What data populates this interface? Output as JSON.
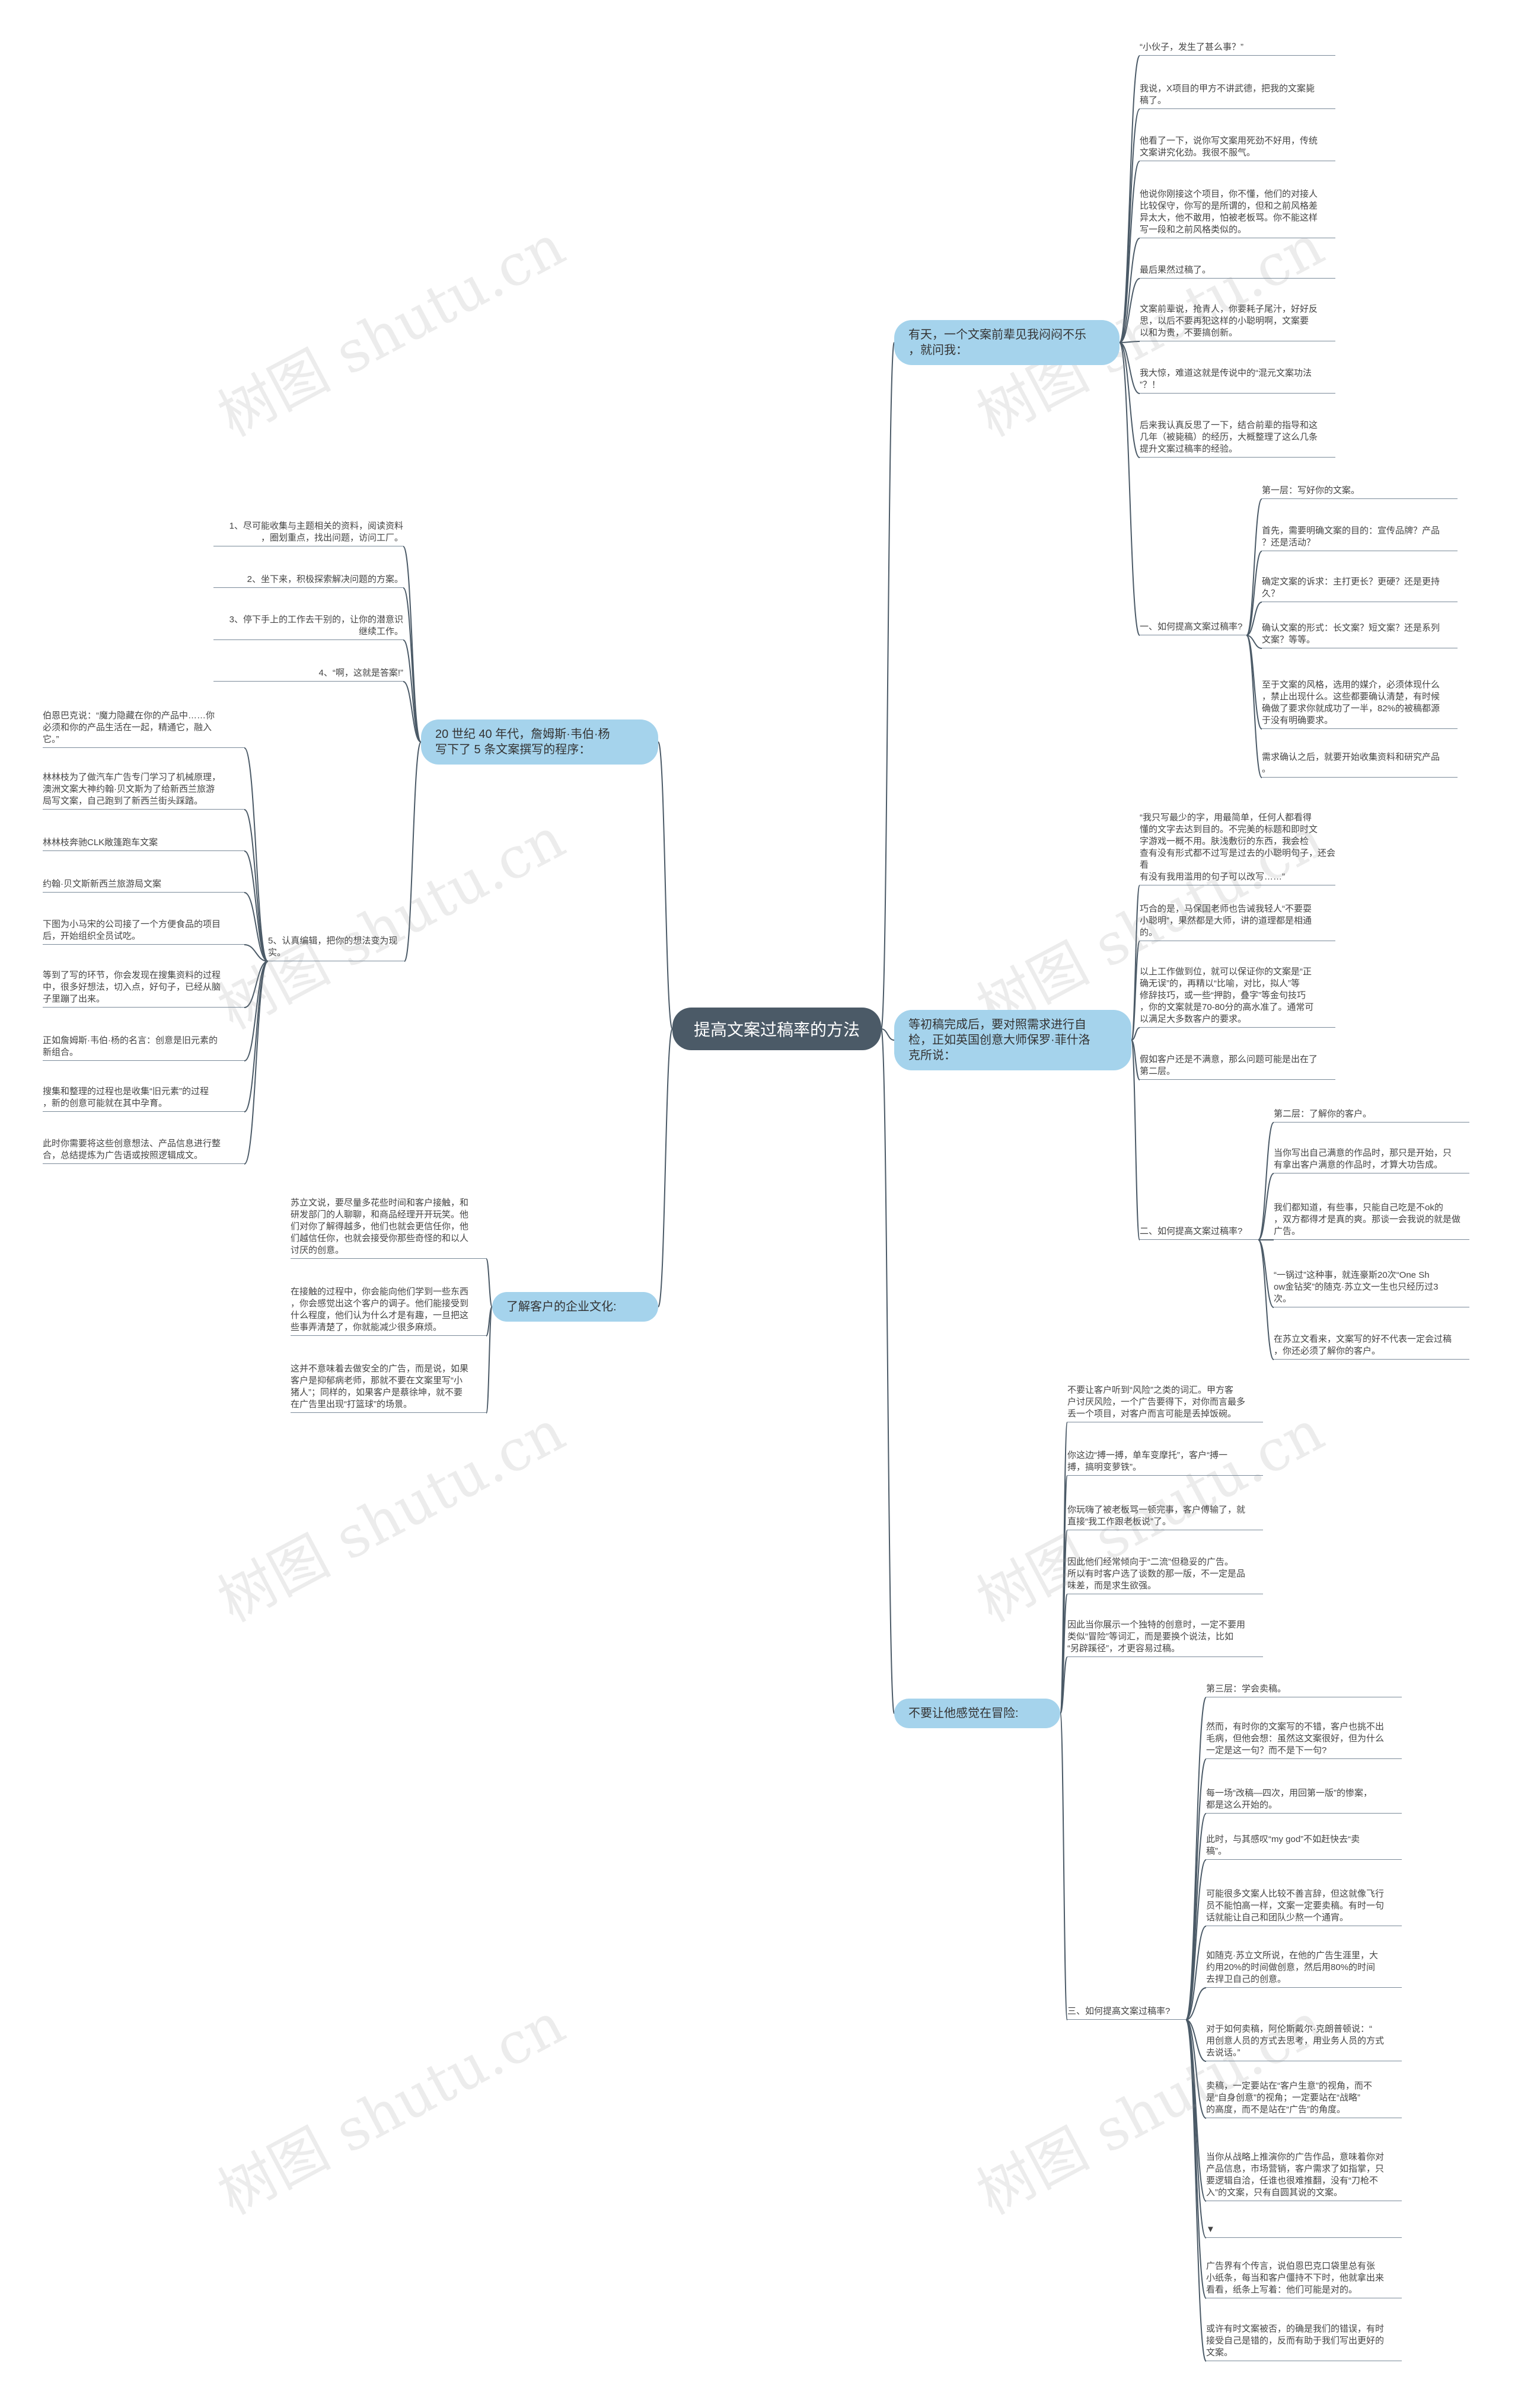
{
  "root": "提高文案过稿率的方法",
  "branches": [
    {
      "label": "有天，一个文案前辈见我闷闷不乐\n，就问我："
    },
    {
      "label": "20 世纪 40 年代，詹姆斯·韦伯·杨\n写下了 5 条文案撰写的程序："
    },
    {
      "label": "等初稿完成后，要对照需求进行自\n检，正如英国创意大师保罗·菲什洛\n克所说："
    },
    {
      "label": "了解客户的企业文化:"
    },
    {
      "label": "不要让他感觉在冒险:"
    }
  ],
  "b1_items": [
    "“小伙子，发生了甚么事？”",
    "我说，X项目的甲方不讲武德，把我的文案毙\n稿了。",
    "他看了一下，说你写文案用死劲不好用，传统\n文案讲究化劲。我很不服气。",
    "他说你刚接这个项目，你不懂，他们的对接人\n比较保守，你写的是所谓的，但和之前风格差\n异太大，他不敢用，怕被老板骂。你不能这样\n写一段和之前风格类似的。",
    "最后果然过稿了。",
    "文案前辈说，抢青人，你要耗子尾汁，好好反\n思，以后不要再犯这样的小聪明啊，文案要\n以和为贵，不要搞创新。",
    "我大惊，难道这就是传说中的“混元文案功法\n”？！",
    "后来我认真反思了一下，结合前辈的指导和这\n几年（被毙稿）的经历，大概整理了这么几条\n提升文案过稿率的经验。"
  ],
  "b1_sub_label": "一、如何提高文案过稿率?",
  "b1_sub_items": [
    "第一层：写好你的文案。",
    "首先，需要明确文案的目的：宣传品牌？产品\n？还是活动？",
    "确定文案的诉求：主打更长？更硬？还是更持\n久？",
    "确认文案的形式：长文案？短文案？还是系列\n文案？等等。",
    "至于文案的风格，选用的媒介，必须体现什么\n，禁止出现什么。这些都要确认清楚，有时候\n确做了要求你就成功了一半，82%的被稿都源\n于没有明确要求。",
    "需求确认之后，就要开始收集资料和研究产品\n。"
  ],
  "b2_items": [
    "1、尽可能收集与主题相关的资料，阅读资料\n，圈划重点，找出问题，访问工厂。",
    "2、坐下来，积极探索解决问题的方案。",
    "3、停下手上的工作去干别的，让你的潜意识\n继续工作。",
    "4、“啊，这就是答案!”"
  ],
  "b2_item5_label": "5、认真编辑，把你的想法变为现实。",
  "b2_item5_subs": [
    "伯恩巴克说：“魔力隐藏在你的产品中……你\n必须和你的产品生活在一起，精通它，融入\n它。”",
    "林林枝为了做汽车广告专门学习了机械原理，\n澳洲文案大神约翰·贝文斯为了给新西兰旅游\n局写文案，自己跑到了新西兰街头踩踏。",
    "林林枝奔驰CLK敞篷跑车文案",
    "约翰·贝文斯新西兰旅游局文案",
    "下图为小马宋的公司接了一个方便食品的项目\n后，开始组织全员试吃。",
    "等到了写的环节，你会发现在搜集资料的过程\n中，很多好想法，切入点，好句子，已经从脑\n子里蹦了出来。",
    "正如詹姆斯·韦伯·杨的名言：创意是旧元素的\n新组合。",
    "搜集和整理的过程也是收集“旧元素”的过程\n，新的创意可能就在其中孕育。",
    "此时你需要将这些创意想法、产品信息进行整\n合，总结提炼为广告语或按照逻辑成文。"
  ],
  "b3_items": [
    "“我只写最少的字，用最简单，任何人都看得\n懂的文字去达到目的。不完美的标题和即时文\n字游戏一概不用。肤浅敷衍的东西，我会检\n查有没有形式都不过写是过去的小聪明句子，还会看\n有没有我用滥用的句子可以改写……”",
    "巧合的是，马保国老师也告诫我轻人“不要耍\n小聪明”，果然都是大师，讲的道理都是相通\n的。",
    "以上工作做到位，就可以保证你的文案是“正\n确无误”的，再精以“比喻，对比，拟人”等\n修辞技巧，或一些“押韵，叠字”等金句技巧\n，你的文案就是70-80分的高水准了。通常可\n以满足大多数客户的要求。",
    "假如客户还是不满意，那么问题可能是出在了\n第二层。"
  ],
  "b3_sub_label": "二、如何提高文案过稿率?",
  "b3_sub_items": [
    "第二层：了解你的客户。",
    "当你写出自己满意的作品时，那只是开始，只\n有拿出客户满意的作品时，才算大功告成。",
    "我们都知道，有些事，只能自己吃是不ok的\n，双方都得才是真的爽。那谈一会我说的就是做\n广告。",
    "“一锅过”这种事，就连豪斯20次“One Sh\now金钻奖”的随克·苏立文一生也只经历过3\n次。",
    "在苏立文看来，文案写的好不代表一定会过稿\n，你还必须了解你的客户。"
  ],
  "b4_items": [
    "苏立文说，要尽量多花些时间和客户接触，和\n研发部门的人聊聊，和商品经理开开玩笑。他\n们对你了解得越多，他们也就会更信任你，他\n们越信任你，也就会接受你那些奇怪的和以人\n讨厌的创意。",
    "在接触的过程中，你会能向他们学到一些东西\n，你会感觉出这个客户的调子。他们能接受到\n什么程度，他们认为什么才是有趣，一旦把这\n些事弄清楚了，你就能减少很多麻烦。",
    "这并不意味着去做安全的广告，而是说，如果\n客户是抑郁病老师，那就不要在文案里写“小\n猪人”；同样的，如果客户是蔡徐坤，就不要\n在广告里出现“打篮球”的场景。"
  ],
  "b5_items": [
    "不要让客户听到“风险”之类的词汇。甲方客\n户讨厌风险，一个广告要得下，对你而言最多\n丢一个项目，对客户而言可能是丢掉饭碗。",
    "你这边“搏一搏，单车变摩托”，客户“搏一\n搏，搞明变萝铁”。",
    "你玩嗨了被老板骂一顿完事，客户傅输了，就\n直接“我工作跟老板说”了。",
    "因此他们经常倾向于“二流”但稳妥的广告。\n所以有时客户选了谈数的那一版，不一定是品\n味差，而是求生欲强。",
    "因此当你展示一个独特的创意时，一定不要用\n类似“冒险”等词汇，而是要换个说法，比如\n“另辟蹊径”，才更容易过稿。"
  ],
  "b5_sub_label": "三、如何提高文案过稿率?",
  "b5_sub_items": [
    "第三层：学会卖稿。",
    "然而，有时你的文案写的不错，客户也挑不出\n毛病，但他会想：虽然这文案很好，但为什么\n一定是这一句？而不是下一句?",
    "每一场“改稿—四次，用回第一版”的惨案，\n都是这么开始的。",
    "此时，与其感叹“my god”不如赶快去“卖\n稿”。",
    "可能很多文案人比较不善言辞，但这就像飞行\n员不能怕高一样，文案一定要卖稿。有时一句\n话就能让自己和团队少熬一个通宵。",
    "如随克·苏立文所说，在他的广告生涯里，大\n约用20%的时间做创意，然后用80%的时间\n去捍卫自己的创意。",
    "对于如何卖稿，阿伦斯戴尔·克朗普顿说：“\n用创意人员的方式去思考，用业务人员的方式\n去说话。”",
    "卖稿，一定要站在“客户生意”的视角，而不\n是“自身创意”的视角；一定要站在“战略”\n的高度，而不是站在“广告”的角度。",
    "当你从战略上推演你的广告作品，意味着你对\n产品信息，市场营销，客户需求了如指掌，只\n要逻辑自洽，任谁也很难推翻，没有“刀枪不\n入”的文案，只有自圆其说的文案。",
    "▼",
    "广告界有个传言，说伯恩巴克口袋里总有张\n小纸条，每当和客户僵持不下时，他就拿出来\n看看，纸条上写着：他们可能是对的。",
    "或许有时文案被否，的确是我们的错误，有时\n接受自己是错的，反而有助于我们写出更好的\n文案。"
  ],
  "watermark": "树图 shutu.cn"
}
